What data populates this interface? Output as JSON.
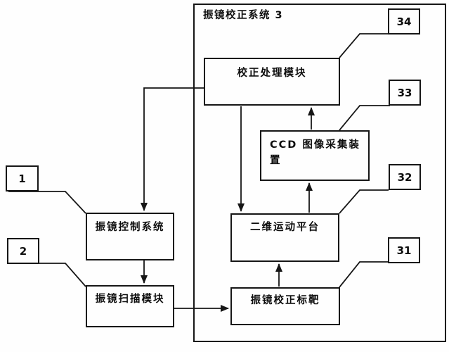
{
  "diagram": {
    "system_box": {
      "title": "振镜校正系统 3"
    },
    "blocks": {
      "correction_processing": {
        "label": "校正处理模块"
      },
      "ccd_capture": {
        "label_line1": "CCD 图像采集装",
        "label_line2": "置"
      },
      "motion_platform": {
        "label": "二维运动平台"
      },
      "correction_target": {
        "label": "振镜校正标靶"
      },
      "galvo_control": {
        "label": "振镜控制系统"
      },
      "galvo_scan": {
        "label": "振镜扫描模块"
      }
    },
    "ref_numbers": {
      "r1": "1",
      "r2": "2",
      "r31": "31",
      "r32": "32",
      "r33": "33",
      "r34": "34"
    },
    "colors": {
      "line": "#161616",
      "background": "#fefefe",
      "text": "#0d0d0d"
    }
  }
}
